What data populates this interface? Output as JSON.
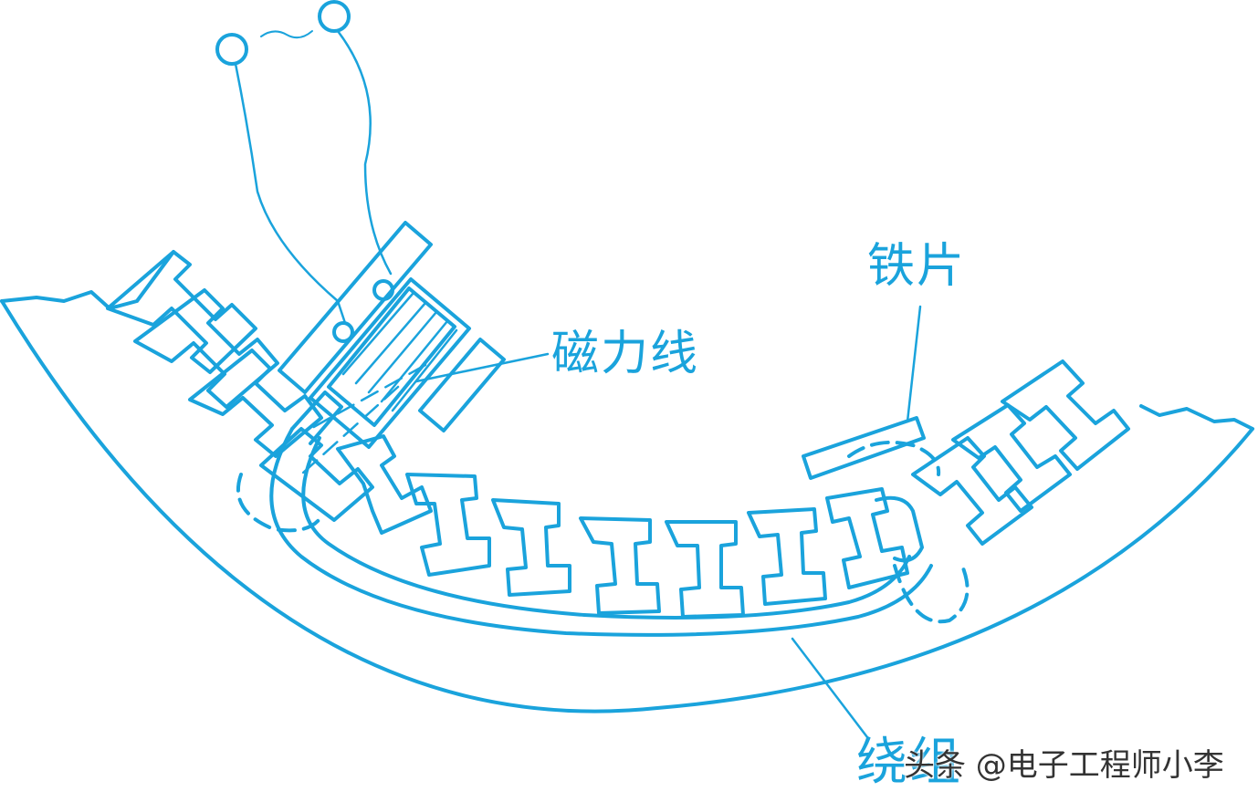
{
  "labels": {
    "flux_lines": "磁力线",
    "iron_sheet": "铁片",
    "winding": "绕组"
  },
  "watermark": "头条 @电子工程师小李",
  "colors": {
    "line": "#1aa3dc",
    "watermark": "#333333",
    "background": "#ffffff"
  }
}
